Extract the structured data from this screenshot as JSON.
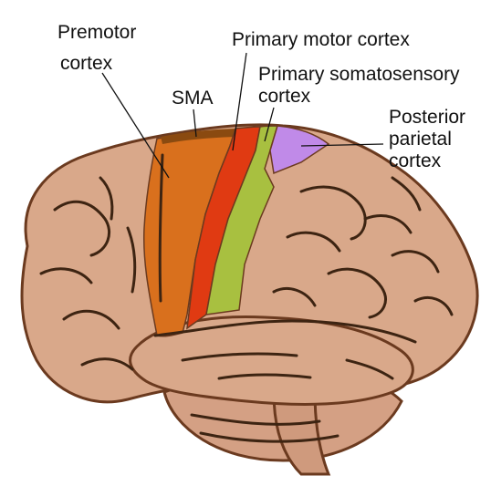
{
  "labels": {
    "premotor_line1": "Premotor",
    "premotor_line2": "cortex",
    "sma": "SMA",
    "primary_motor": "Primary motor cortex",
    "primary_somatosensory_line1": "Primary somatosensory",
    "primary_somatosensory_line2": "cortex",
    "posterior_parietal_line1": "Posterior",
    "posterior_parietal_line2": "parietal",
    "posterior_parietal_line3": "cortex"
  },
  "colors": {
    "brain": "#d9a88a",
    "brain_outline": "#6b3a1f",
    "sulcus": "#3d2412",
    "premotor": "#d9701d",
    "sma": "#8a4a10",
    "primary_motor": "#e03a12",
    "primary_somatosensory": "#a8c040",
    "posterior_parietal": "#c08ae8",
    "cerebellum": "#d4a084"
  }
}
